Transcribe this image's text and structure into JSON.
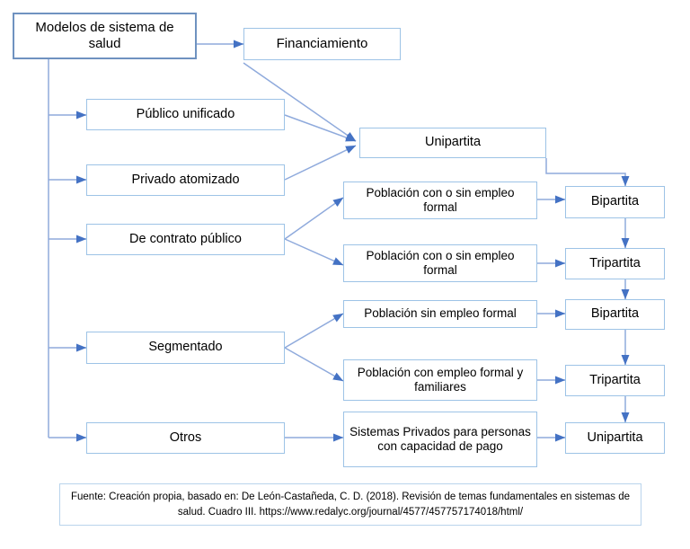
{
  "figure": {
    "colors": {
      "box_border": "#9dc3e6",
      "root_border": "#6f92c0",
      "connector": "#8faadc",
      "arrow_head": "#4472c4",
      "text": "#000000",
      "background": "#ffffff"
    },
    "root": {
      "label": "Modelos de sistema de salud"
    },
    "top_node": {
      "label": "Financiamiento"
    },
    "models": [
      {
        "label": "Público unificado"
      },
      {
        "label": "Privado atomizado"
      },
      {
        "label": "De contrato público"
      },
      {
        "label": "Segmentado"
      },
      {
        "label": "Otros"
      }
    ],
    "populations": [
      {
        "label": "Población con o sin empleo formal"
      },
      {
        "label": "Población con o sin empleo formal"
      },
      {
        "label": "Población sin empleo formal"
      },
      {
        "label": "Población con empleo formal y familiares"
      },
      {
        "label": "Sistemas Privados para personas con capacidad de pago"
      }
    ],
    "financing_schemes": [
      {
        "label": "Unipartita"
      },
      {
        "label": "Bipartita"
      },
      {
        "label": "Tripartita"
      },
      {
        "label": "Bipartita"
      },
      {
        "label": "Tripartita"
      },
      {
        "label": "Unipartita"
      }
    ],
    "source_note": {
      "line1": "Fuente: Creación propia, basado en: De León-Castañeda, C. D. (2018). Revisión de temas fundamentales en",
      "line2": "sistemas de salud. Cuadro III. https://www.redalyc.org/journal/4577/457757174018/html/"
    }
  }
}
